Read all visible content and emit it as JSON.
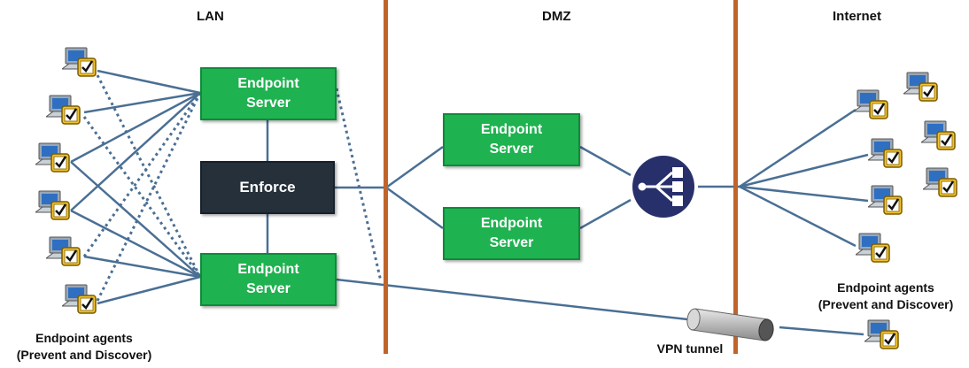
{
  "zones": {
    "lan": "LAN",
    "dmz": "DMZ",
    "internet": "Internet"
  },
  "nodes": {
    "endpoint_server_label_line1": "Endpoint",
    "endpoint_server_label_line2": "Server",
    "enforce": "Enforce",
    "load_balancer_icon": "load-balancer-icon"
  },
  "captions": {
    "lan_agents_line1": "Endpoint agents",
    "lan_agents_line2": "(Prevent and Discover)",
    "internet_agents_line1": "Endpoint agents",
    "internet_agents_line2": "(Prevent and Discover)",
    "vpn": "VPN tunnel"
  },
  "colors": {
    "server_green": "#1fb250",
    "enforce_dark": "#25303b",
    "divider": "#c0642a",
    "link_blue": "#4a6f94",
    "lb_navy": "#27306b",
    "check_yellow": "#f2c230"
  }
}
